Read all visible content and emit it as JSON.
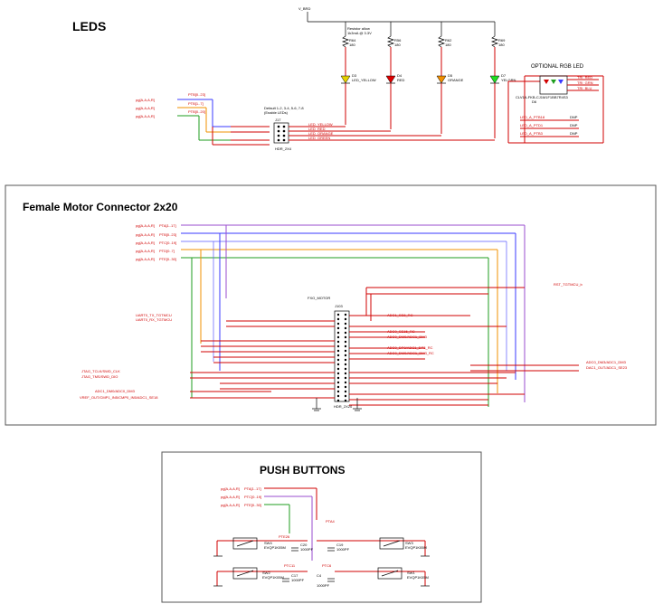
{
  "sections": {
    "leds": {
      "title": "LEDS",
      "power_net": "V_BRD",
      "resistor_note": [
        "Resistor allow",
        "1k3mA @ 3.3V"
      ],
      "header_note": [
        "Default 1-2, 3-4, 5-6, 7-8",
        "(Enable LEDs)"
      ],
      "header_ref": "J17",
      "header_name": "HDR_2X4",
      "resistors": [
        {
          "ref": "R64",
          "value": "180"
        },
        {
          "ref": "R56",
          "value": "180"
        },
        {
          "ref": "R62",
          "value": "180"
        },
        {
          "ref": "R69",
          "value": "180"
        }
      ],
      "leds": [
        {
          "ref": "D3",
          "name": "LED_YELLOW",
          "color": "#e6d000"
        },
        {
          "ref": "D4",
          "name": "RED",
          "color": "#e00000"
        },
        {
          "ref": "D5",
          "name": "ORANGE",
          "color": "#f29000"
        },
        {
          "ref": "D7",
          "name": "YELGRN",
          "color": "#22dd22"
        }
      ],
      "led_nets": [
        "LED_YELLOW",
        "LED_RED",
        "LED_ORANGE",
        "LED_GREEN"
      ],
      "port_labels": [
        "pg[A,A,A,R]",
        "pg[A,A,A,R]",
        "pg[A,A,A,R]"
      ],
      "port_signals": [
        "PTB[0..23]",
        "PTB[1..7]",
        "PTB[0..20]"
      ],
      "rgb_title": "OPTIONAL RGB LED",
      "rgb_part": "CLV1A-FKB-CJ1M1F1BB7R4S3",
      "rgb_ref": "D6",
      "rgb_nets": [
        "TRI_RED",
        "TRI_GRN",
        "TRI_BLU"
      ],
      "rgb_inputs": [
        "LED_A_PTB18",
        "LED_A_PTD1",
        "LED_A_PTB3"
      ],
      "dnp": [
        "DNP",
        "DNP",
        "DNP"
      ]
    },
    "motor": {
      "title": "Female Motor Connector 2x20",
      "connector_ref": "J103",
      "connector_label": "FXO_MOTOR",
      "connector_name": "HDR_2X20",
      "port_labels": [
        "pg[A,A,A,R]",
        "pg[A,A,A,R]",
        "pg[A,A,A,R]",
        "pg[A,A,A,R]",
        "pg[A,A,A,R]"
      ],
      "port_signals": [
        "PTA[1..17]",
        "PTB[0..23]",
        "PTC[0..19]",
        "PTD[0..7]",
        "PTE[0..30]"
      ],
      "left_signals": [
        "UART0_TX_TGTMCU",
        "UART0_RX_TGTMCU",
        "JTAG_TCLK/SWD_CLK",
        "JTAG_TMS/SWD_DIO",
        "ADC1_DM0/ADC0_DM3",
        "VREF_OUT/CMP1_IN5/CMP0_IN5/ADC1_SE18"
      ],
      "right_signals": [
        "ADC1_SE8_RC",
        "ADC0_SE15_RC",
        "ADC0_DM0/ADC1_DM3",
        "ADC0_DP0/ADC1_DP3_RC",
        "ADC0_DM0/ADC1_DM3_RC"
      ],
      "rst_signal": "RST_TGTMCU_b",
      "far_right_signals": [
        "ADC0_DM3/ADC1_DM3",
        "DAC1_OUT/ADC1_SE23"
      ]
    },
    "push": {
      "title": "PUSH BUTTONS",
      "port_labels": [
        "pg[A,A,A,R]",
        "pg[A,A,A,R]",
        "pg[A,A,A,R]"
      ],
      "port_signals": [
        "PTA[1..17]",
        "PTC[0..19]",
        "PTE[0..30]"
      ],
      "switches": [
        {
          "ref": "SW4",
          "part": "EVQP1K05M"
        },
        {
          "ref": "SW3",
          "part": "EVQP1K05M"
        },
        {
          "ref": "SW2",
          "part": "EVQP1K05M"
        },
        {
          "ref": "SW1",
          "part": "EVQP1K05M"
        }
      ],
      "caps": [
        {
          "ref": "C20",
          "value": "1000PF"
        },
        {
          "ref": "C19",
          "value": "1000PF"
        },
        {
          "ref": "C17",
          "value": "1000PF"
        },
        {
          "ref": "C4",
          "value": "1000PF"
        }
      ],
      "nets": [
        "PTE26",
        "PTA4",
        "PTC11",
        "PTC6"
      ]
    }
  }
}
